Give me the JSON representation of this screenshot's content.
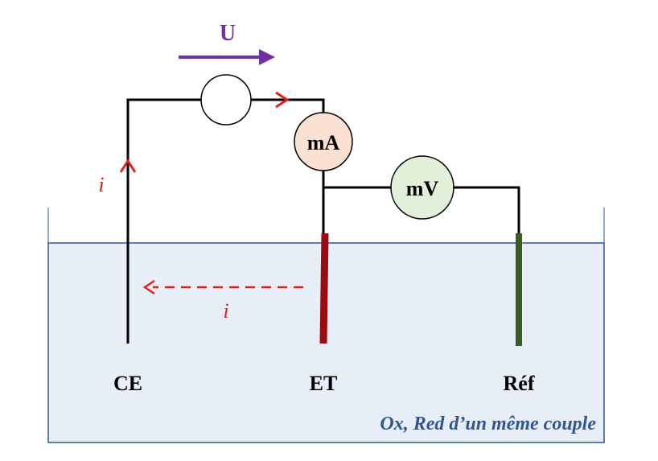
{
  "voltage": {
    "label": "U"
  },
  "current": {
    "label_top": "i",
    "label_bottom": "i"
  },
  "meters": {
    "ammeter": "mA",
    "voltmeter": "mV"
  },
  "electrodes": {
    "counter": "CE",
    "working": "ET",
    "reference": "Réf"
  },
  "solution": {
    "caption": "Ox, Red d’un même couple"
  },
  "colors": {
    "wire": "#000000",
    "current": "#e0201b",
    "voltage_arrow": "#7030a0",
    "ammeter_fill": "#fbe1d2",
    "voltmeter_fill": "#e2efd9",
    "working_electrode": "#9b0c10",
    "reference_electrode": "#3b5a26",
    "bath_fill": "#e8eef8",
    "bath_border": "#2f5597",
    "caption": "#2f5597"
  },
  "icons": {
    "generator": "circle-generator-icon",
    "current_arrow": "arrow-right-icon",
    "voltage_arrow": "arrow-right-icon"
  }
}
